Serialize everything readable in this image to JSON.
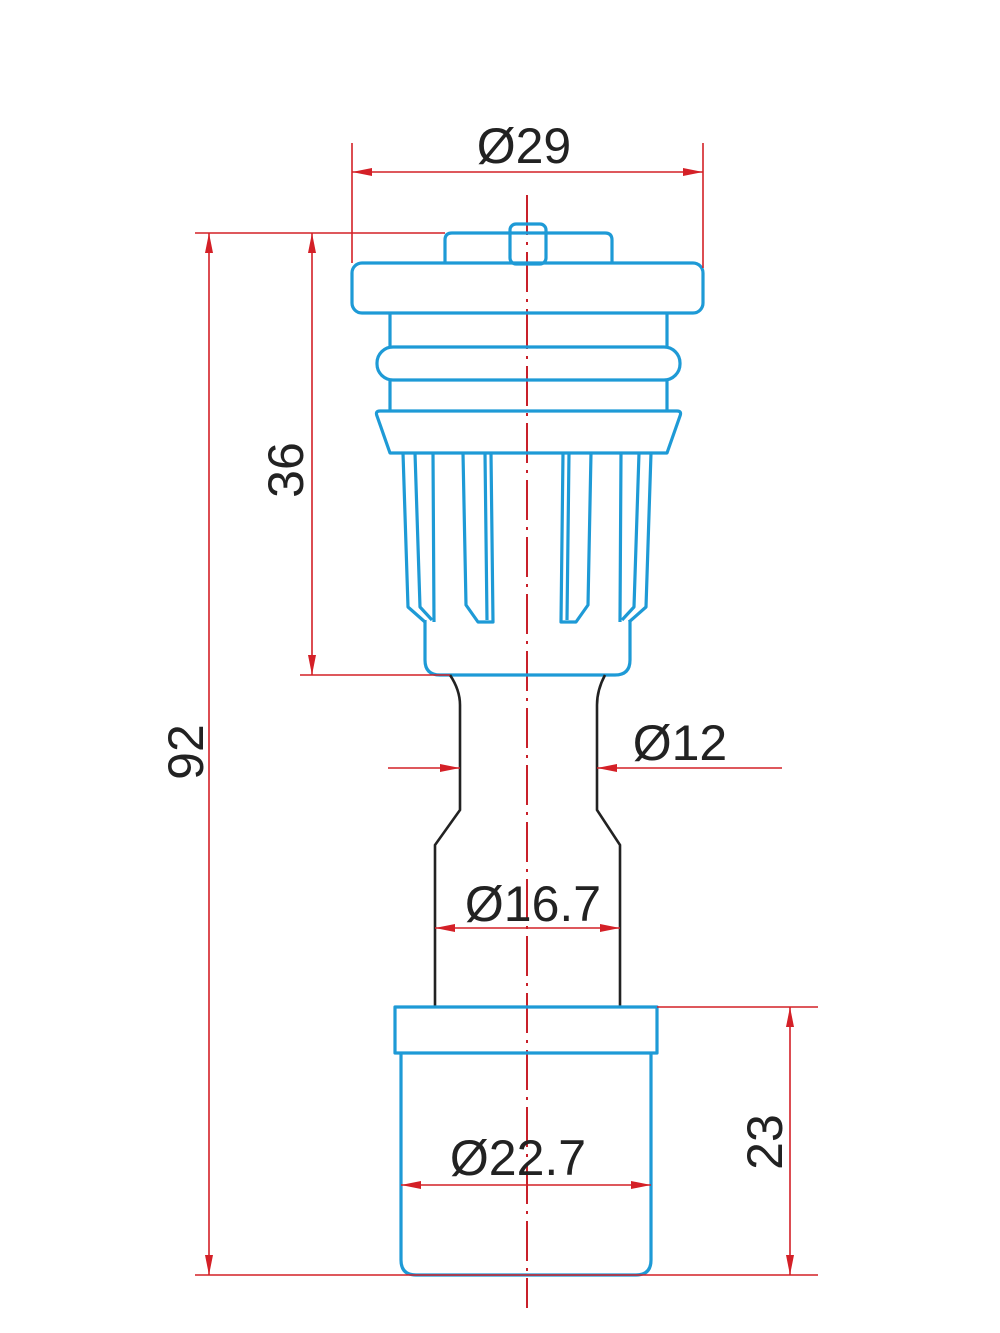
{
  "colors": {
    "part": "#1e9ad6",
    "dimension": "#d42027",
    "neck": "#222222"
  },
  "dimensions": {
    "top_diameter": "Ø29",
    "total_height": "92",
    "head_height": "36",
    "neck_diameter": "Ø12",
    "shaft_diameter": "Ø16.7",
    "base_height": "23",
    "base_diameter": "Ø22.7"
  }
}
